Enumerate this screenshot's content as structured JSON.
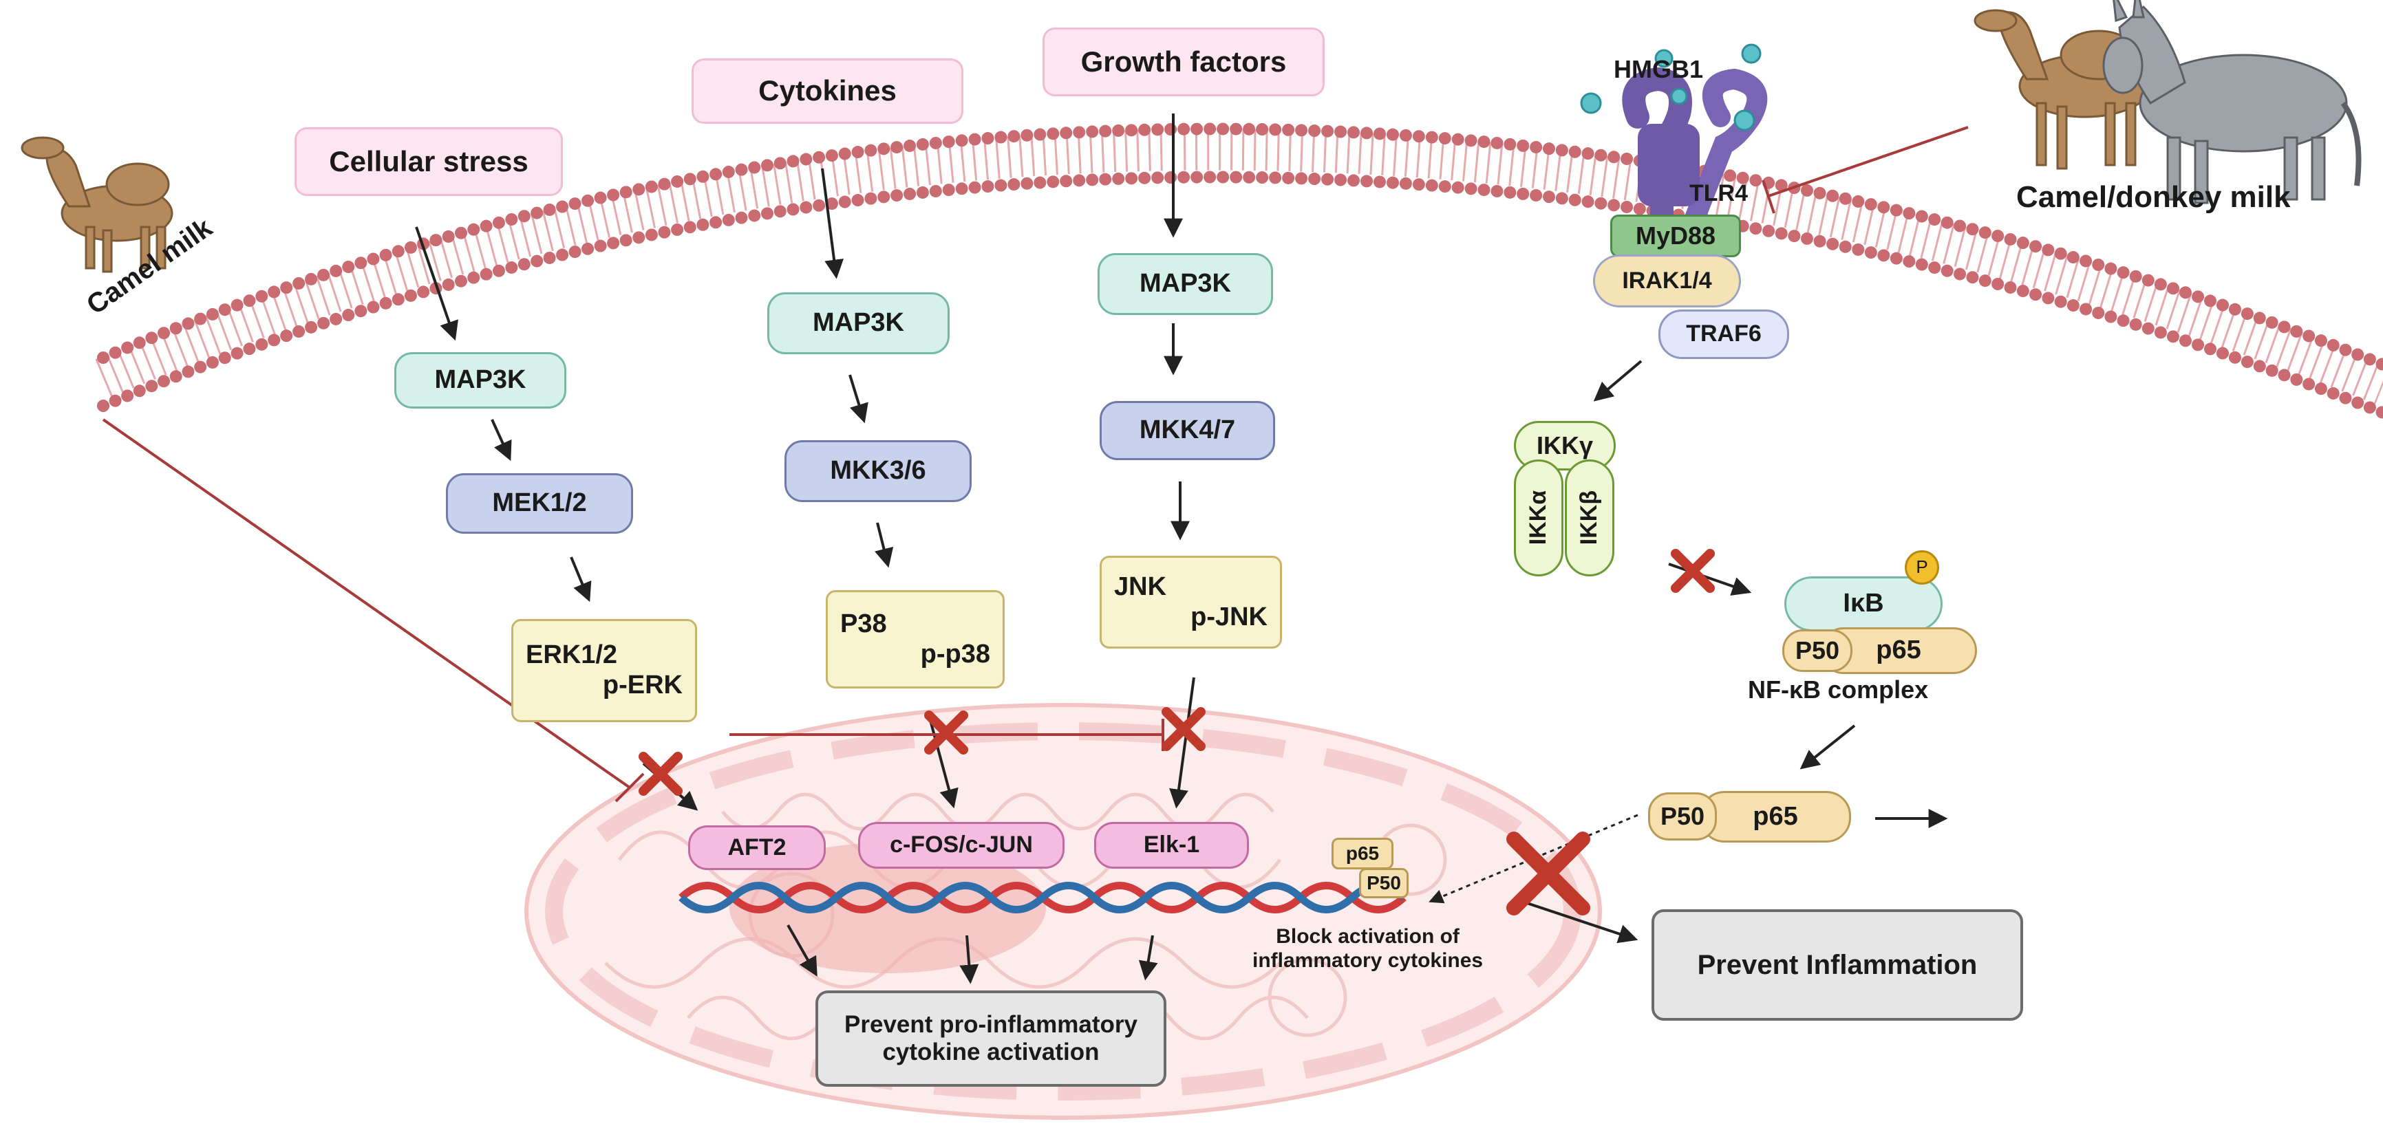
{
  "stimuli": {
    "cellular_stress": "Cellular stress",
    "cytokines": "Cytokines",
    "growth_factors": "Growth factors"
  },
  "erk_pathway": {
    "map3k": "MAP3K",
    "mek": "MEK1/2",
    "erk_line1": "ERK1/2",
    "erk_line2": "p-ERK"
  },
  "p38_pathway": {
    "map3k": "MAP3K",
    "mkk": "MKK3/6",
    "p38_line1": "P38",
    "p38_line2": "p-p38"
  },
  "jnk_pathway": {
    "map3k": "MAP3K",
    "mkk": "MKK4/7",
    "jnk_line1": "JNK",
    "jnk_line2": "p-JNK"
  },
  "transcription_factors": {
    "aft2": "AFT2",
    "cfos_cjun": "c-FOS/c-JUN",
    "elk1": "Elk-1"
  },
  "tlr_pathway": {
    "hmgb1": "HMGB1",
    "tlr4": "TLR4",
    "myd88": "MyD88",
    "irak": "IRAK1/4",
    "traf6": "TRAF6",
    "ikk_gamma": "IKKγ",
    "ikk_alpha": "IKKα",
    "ikk_beta": "IKKβ",
    "ikb": "IκB",
    "phospho": "P",
    "p50": "P50",
    "p65": "p65",
    "nfkb_label": "NF-κB complex",
    "nuc_p65": "p65",
    "nuc_p50": "P50"
  },
  "sources": {
    "camel_milk": "Camel milk",
    "camel_donkey_milk": "Camel/donkey milk"
  },
  "outcomes": {
    "block_line1": "Block activation of",
    "block_line2": "inflammatory cytokines",
    "prevent_pro_line1": "Prevent pro-inflammatory",
    "prevent_pro_line2": "cytokine activation",
    "prevent_inflammation": "Prevent Inflammation"
  },
  "colors": {
    "membrane_bead": "#c96b70",
    "membrane_tail": "#e3a0a4",
    "inhibit_line": "#a83a3a",
    "block_x": "#c0392b",
    "dna_red": "#d13b3b",
    "dna_blue": "#2f6ea8",
    "nucleus_fill": "#fae4e4"
  }
}
